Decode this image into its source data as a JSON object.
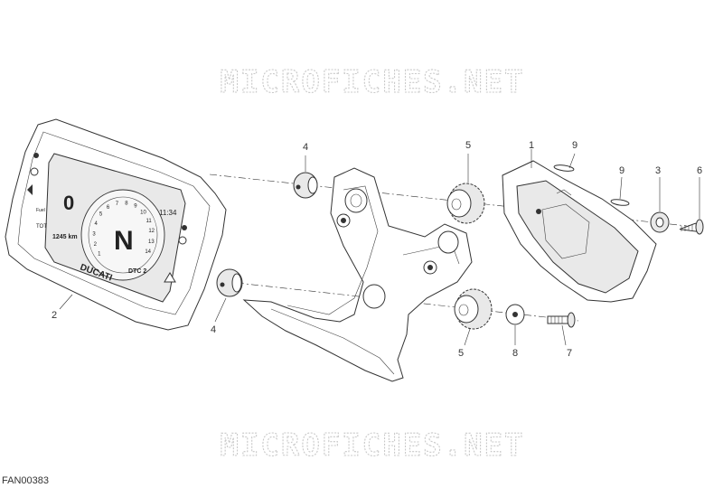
{
  "watermark_top": "MICROFICHES.NET",
  "watermark_bottom": "MICROFICHES.NET",
  "drawing_code": "FAN00383",
  "callouts": {
    "c1": "1",
    "c2": "2",
    "c3": "3",
    "c4a": "4",
    "c4b": "4",
    "c5a": "5",
    "c5b": "5",
    "c6": "6",
    "c7": "7",
    "c8": "8",
    "c9a": "9",
    "c9b": "9"
  },
  "dashboard": {
    "brand": "DUCATI",
    "gear": "N",
    "speed": "0",
    "clock": "11:34",
    "odometer": "1245 km",
    "dtc": "DTC 2",
    "tot": "TOT",
    "fuel_label": "Fuel",
    "rpm_ticks": [
      "1",
      "2",
      "3",
      "4",
      "5",
      "6",
      "7",
      "8",
      "9",
      "10",
      "11",
      "12",
      "13",
      "14"
    ]
  },
  "icon_names": [
    "dashboard-display",
    "rubber-grommet",
    "gear-bushing",
    "mounting-bracket",
    "dashboard-cover",
    "washer",
    "screw"
  ]
}
